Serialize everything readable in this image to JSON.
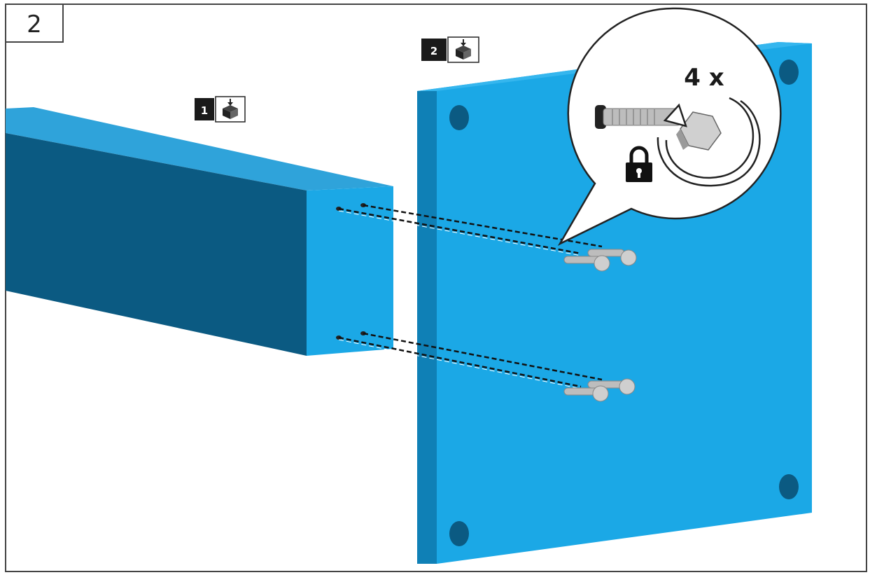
{
  "step": {
    "number": "2"
  },
  "parts": [
    {
      "label": "1",
      "icon": "parts-box-icon"
    },
    {
      "label": "2",
      "icon": "parts-box-icon"
    }
  ],
  "callout": {
    "quantity": "4 x",
    "icons": [
      "bolt-icon",
      "rotate-arrow-icon",
      "lock-icon"
    ]
  },
  "colors": {
    "panel_face": "#1BA8E6",
    "panel_edge": "#0F80B6",
    "beam_top": "#2FA3DA",
    "beam_side": "#0B5A82",
    "beam_end": "#1BA8E6",
    "bolt": "#BDBDBD",
    "outline": "#333333"
  }
}
